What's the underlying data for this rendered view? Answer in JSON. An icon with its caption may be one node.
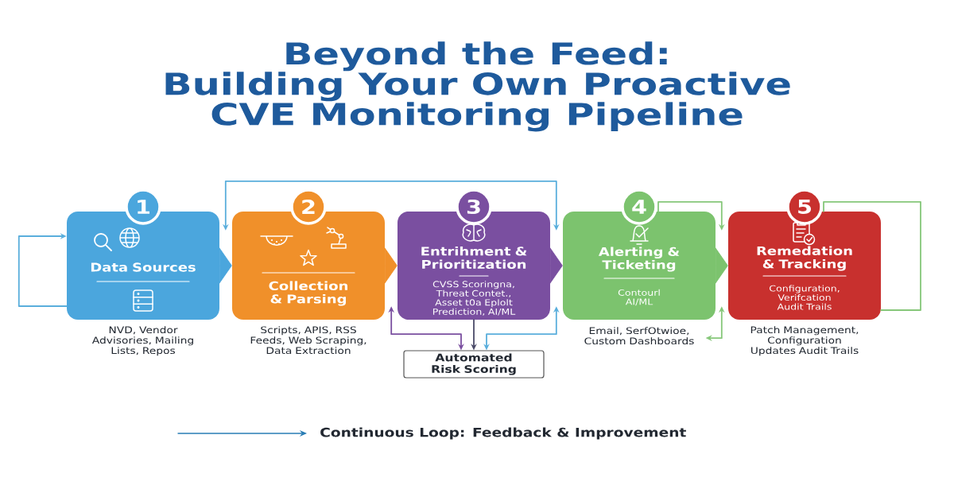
{
  "diagram": {
    "title": "Beyond the Feed: Building Your Own Proactive CVE Monitoring Pipeline",
    "nodes": [
      {
        "text": [
          "1",
          "Data Sources"
        ],
        "beside": [
          "NVD, Vendor Advisories, Mailing Lists, Repos"
        ]
      },
      {
        "text": [
          "2",
          "Collection & Parsing"
        ],
        "beside": [
          "Scripts, APIS, RSS Feeds, Web Scraping, Data Extraction"
        ]
      },
      {
        "text": [
          "3",
          "Entrihment & Prioritization",
          "CVSS Scoringna, Threat Contet., Asset t0a Eplolt Prediction, AI/ML"
        ]
      },
      {
        "text": [
          "4",
          "Alerting & Ticketing",
          "Contourl AI/ML"
        ]
      },
      {
        "text": [
          "5",
          "Remedation & Tracking",
          "Configuration, Verifcation Audit Trails"
        ],
        "beside": [
          "Patch Management, Configuration Updates Audit Trails"
        ]
      },
      {
        "text": [
          "Automated Risk Scoring"
        ]
      },
      {
        "text": [
          "Email, SerfOtwioe, Custom Dashboards"
        ]
      }
    ],
    "edges": [
      {
        "from": 0,
        "to": 1,
        "arrow": "to",
        "color": "#4ba6dd"
      },
      {
        "from": 1,
        "to": 2,
        "arrow": "to",
        "color": "#f0902a"
      },
      {
        "from": 2,
        "to": 3,
        "arrow": "to",
        "color": "#7a4fa0"
      },
      {
        "from": 3,
        "to": 4,
        "arrow": "to",
        "color": "#7cc36e"
      },
      {
        "from": 0,
        "to": 0,
        "arrow": "to",
        "color": "#5aaedc"
      },
      {
        "from": 1,
        "to": 3,
        "arrow": "both",
        "color": "#5aaedc"
      },
      {
        "from": 3,
        "to": 4,
        "arrow": "to",
        "color": "#86c77a"
      },
      {
        "from": 4,
        "to": 4,
        "arrow": "none",
        "color": "#86c77a"
      },
      {
        "from": 2,
        "to": 5,
        "arrow": "to",
        "color": "#4a4a68"
      },
      {
        "from": 1,
        "to": 5,
        "arrow": "both",
        "color": "#7a4fa0"
      },
      {
        "from": 3,
        "to": 5,
        "arrow": "both",
        "color": "#5aaedc"
      },
      {
        "from": 4,
        "to": 6,
        "arrow": "both",
        "color": "#86c77a"
      }
    ],
    "legend": [
      {
        "text": "Continuous Loop: Feedback & Improvement"
      }
    ]
  }
}
